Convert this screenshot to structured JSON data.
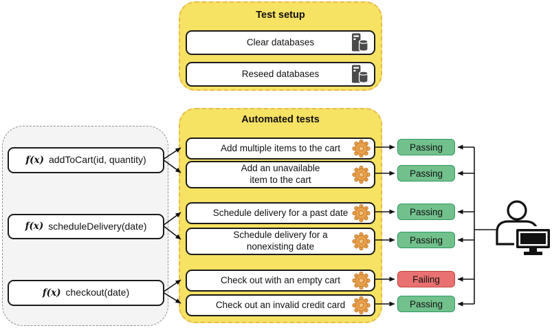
{
  "test_setup": {
    "title": "Test setup",
    "steps": [
      {
        "label": "Clear databases",
        "icon": "database-server-icon"
      },
      {
        "label": "Reseed databases",
        "icon": "database-server-icon"
      }
    ]
  },
  "automated_tests": {
    "title": "Automated tests",
    "tests": [
      {
        "label": "Add multiple items to the cart",
        "icon": "gear-icon",
        "status": "Passing",
        "status_type": "pass"
      },
      {
        "label": "Add an unavailable\nitem to the cart",
        "icon": "gear-icon",
        "status": "Passing",
        "status_type": "pass"
      },
      {
        "label": "Schedule delivery for a past date",
        "icon": "gear-icon",
        "status": "Passing",
        "status_type": "pass"
      },
      {
        "label": "Schedule delivery for a\nnonexisting date",
        "icon": "gear-icon",
        "status": "Passing",
        "status_type": "pass"
      },
      {
        "label": "Check out with an empty cart",
        "icon": "gear-icon",
        "status": "Failing",
        "status_type": "fail"
      },
      {
        "label": "Check out an invalid credit card",
        "icon": "gear-icon",
        "status": "Passing",
        "status_type": "pass"
      }
    ]
  },
  "functions": [
    {
      "prefix": "f(x)",
      "signature": "addToCart(id, quantity)"
    },
    {
      "prefix": "f(x)",
      "signature": "scheduleDelivery(date)"
    },
    {
      "prefix": "f(x)",
      "signature": "checkout(date)"
    }
  ],
  "observer": {
    "icon": "person-at-computer-icon"
  },
  "colors": {
    "panel_yellow": "#F6E263",
    "panel_yellow_border": "#E8BA50",
    "panel_gray": "#F4F4F4",
    "panel_gray_border": "#8F8F8F",
    "status_pass_fill": "#72C18D",
    "status_pass_border": "#2E9860",
    "status_fail_fill": "#E97171",
    "status_fail_border": "#C2473B",
    "gear_orange": "#E8A04C",
    "server_gray": "#4A4A4A"
  }
}
